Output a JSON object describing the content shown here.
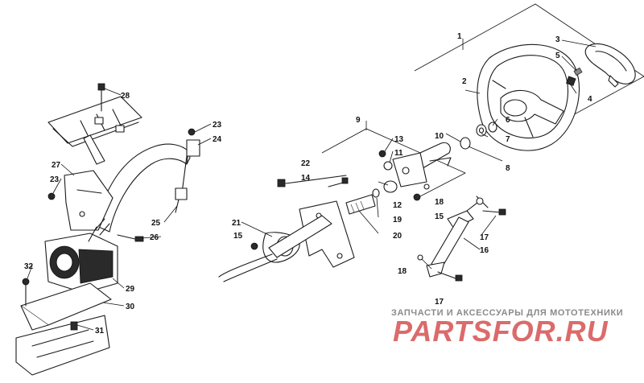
{
  "callouts": [
    "1",
    "2",
    "3",
    "4",
    "5",
    "6",
    "7",
    "8",
    "9",
    "10",
    "11",
    "12",
    "13",
    "14",
    "15",
    "15",
    "15",
    "16",
    "17",
    "17",
    "18",
    "18",
    "19",
    "20",
    "21",
    "22",
    "23",
    "23",
    "24",
    "25",
    "26",
    "27",
    "28",
    "29",
    "30",
    "31",
    "32"
  ],
  "watermark": {
    "line1": "ЗАПЧАСТИ И АКСЕССУАРЫ ДЛЯ МОТОТЕХНИКИ",
    "line2": "PARTSFOR.RU"
  }
}
